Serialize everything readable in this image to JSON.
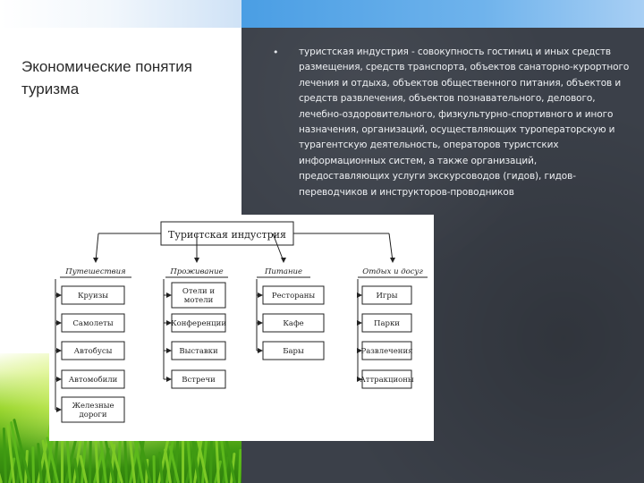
{
  "slide": {
    "title": "Экономические понятия туризма",
    "bullet_symbol": "•",
    "body_text": "туристская индустрия - совокупность гостиниц и иных средств размещения, средств транспорта, объектов санаторно-курортного лечения и отдыха, объектов общественного питания, объектов и средств развлечения, объектов познавательного, делового, лечебно-оздоровительного, физкультурно-спортивного и иного назначения, организаций, осуществляющих туроператорскую и турагентскую деятельность, операторов туристских информационных систем, а также организаций, предоставляющих услуги экскурсоводов (гидов), гидов-переводчиков и инструкторов-проводников"
  },
  "diagram": {
    "root": "Туристская индустрия",
    "categories": [
      {
        "label": "Путешествия",
        "items": [
          "Круизы",
          "Самолеты",
          "Автобусы",
          "Автомобили",
          "Железные дороги"
        ]
      },
      {
        "label": "Проживание",
        "items": [
          "Отели и мотели",
          "Конференции",
          "Выставки",
          "Встречи"
        ]
      },
      {
        "label": "Питание",
        "items": [
          "Рестораны",
          "Кафе",
          "Бары"
        ]
      },
      {
        "label": "Отдых и досуг",
        "items": [
          "Игры",
          "Парки",
          "Развлечения",
          "Аттракционы"
        ]
      }
    ]
  },
  "colors": {
    "dark_panel": "#3b4049",
    "accent_blue": "#4a9ee4",
    "grass_green": "#4fae17"
  }
}
